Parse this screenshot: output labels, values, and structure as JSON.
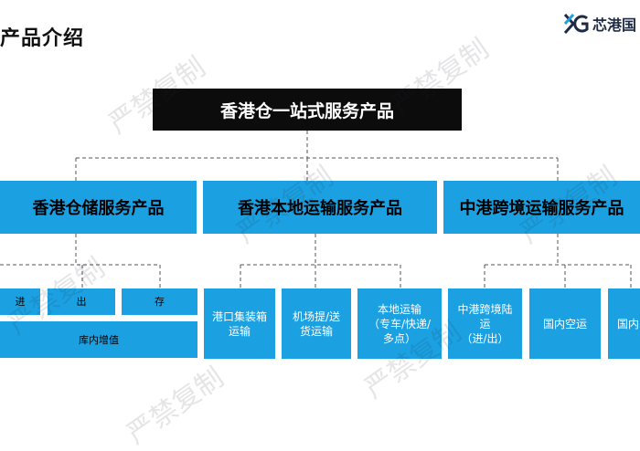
{
  "header": {
    "title": "产品介绍",
    "logo_text": "芯港国"
  },
  "root": {
    "label": "香港仓一站式服务产品"
  },
  "categories": [
    {
      "label": "香港仓储服务产品"
    },
    {
      "label": "香港本地运输服务产品"
    },
    {
      "label": "中港跨境运输服务产品"
    }
  ],
  "warehouse_items": [
    "进",
    "出",
    "存"
  ],
  "warehouse_footer": "库内增值",
  "local_items": [
    "港口集装箱\n运输",
    "机场提/送\n货运输",
    "本地运输\n（专车/快递/\n多点）"
  ],
  "crossborder_items": [
    "中港跨境陆\n运\n（进/出）",
    "国内空运",
    "国内"
  ],
  "watermark": "严禁复制"
}
